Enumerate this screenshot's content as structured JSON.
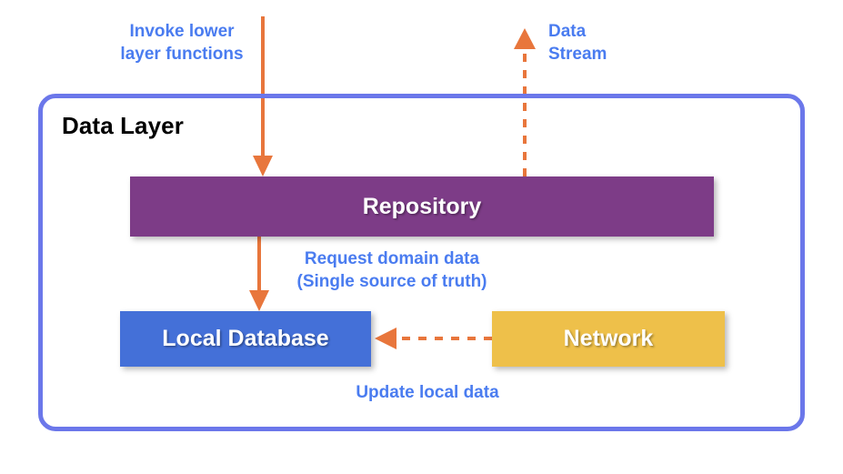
{
  "diagram": {
    "title": "Data Layer",
    "container_label": "Data Layer",
    "nodes": [
      {
        "id": "repository",
        "label": "Repository",
        "color": "#7d3c87"
      },
      {
        "id": "local-database",
        "label": "Local Database",
        "color": "#4470d8"
      },
      {
        "id": "network",
        "label": "Network",
        "color": "#eec04a"
      }
    ],
    "edges": [
      {
        "id": "invoke-lower-layer",
        "label_line1": "Invoke lower",
        "label_line2": "layer functions",
        "label": "Invoke lower\nlayer functions",
        "from": "external",
        "to": "repository",
        "style": "solid",
        "direction": "down",
        "color": "#e8763c"
      },
      {
        "id": "data-stream",
        "label_line1": "Data",
        "label_line2": "Stream",
        "label": "Data\nStream",
        "from": "repository",
        "to": "external",
        "style": "dashed",
        "direction": "up",
        "color": "#e8763c"
      },
      {
        "id": "request-domain-data",
        "label_line1": "Request domain data",
        "label_line2": "(Single source of truth)",
        "label": "Request domain data\n(Single source of truth)",
        "from": "repository",
        "to": "local-database",
        "style": "solid",
        "direction": "down",
        "color": "#e8763c"
      },
      {
        "id": "update-local-data",
        "label_line1": "Update local data",
        "label_line2": "",
        "label": "Update local data",
        "from": "network",
        "to": "local-database",
        "style": "dashed",
        "direction": "left",
        "color": "#e8763c"
      }
    ],
    "colors": {
      "container_border": "#6b77ea",
      "label_text": "#4a7cf0",
      "arrow": "#e8763c",
      "title_text": "#000000",
      "node_text": "#ffffff",
      "background": "#ffffff"
    }
  }
}
